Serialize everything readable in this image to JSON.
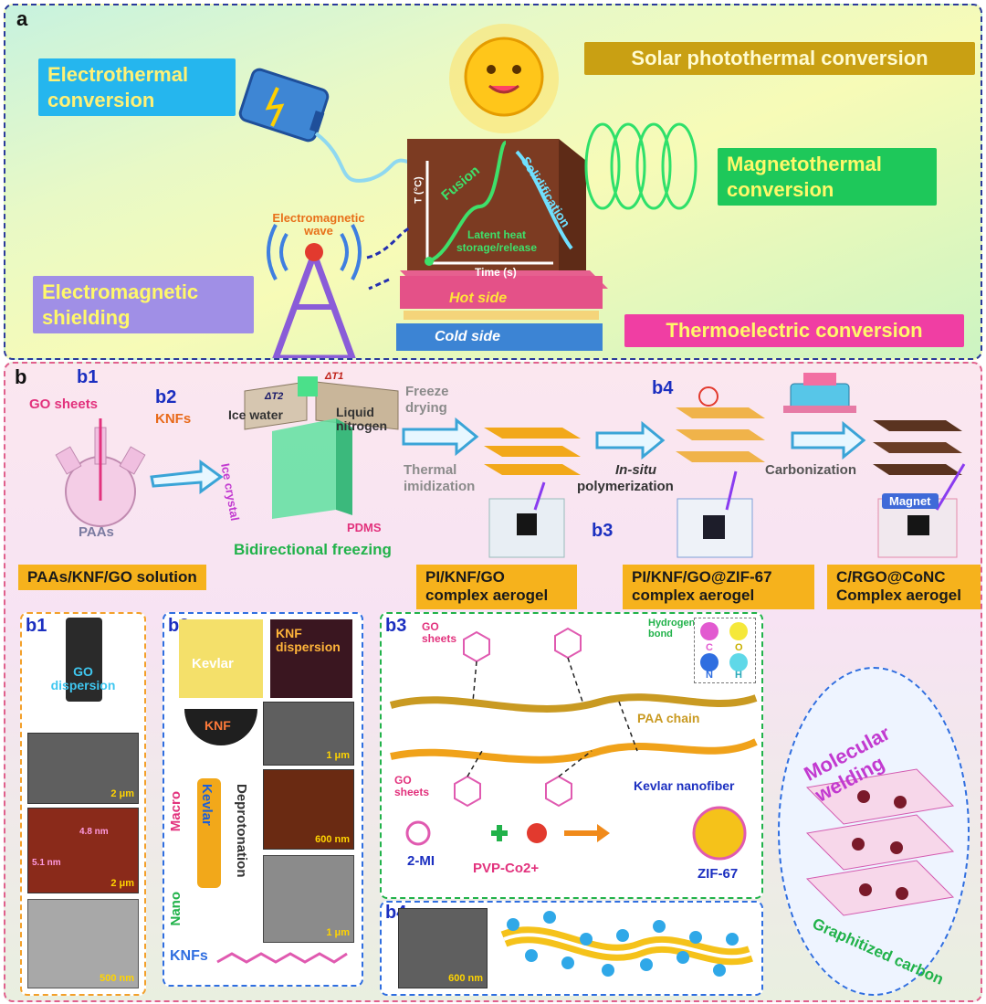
{
  "panel_a": {
    "letter": "a",
    "electrothermal": "Electrothermal conversion",
    "solar": "Solar photothermal conversion",
    "magnetothermal": "Magnetothermal conversion",
    "em_shielding": "Electromagnetic shielding",
    "thermoelectric": "Thermoelectric conversion",
    "em_wave": "Electromagnetic wave",
    "y_axis": "T (°C)",
    "x_axis": "Time (s)",
    "fusion": "Fusion",
    "solidification": "Solidification",
    "latent_heat": "Latent heat storage/release",
    "hot_side": "Hot side",
    "cold_side": "Cold side",
    "colors": {
      "electrothermal_bg": "#25b6ee",
      "solar_bg": "#c9a013",
      "magneto_bg": "#1ec85a",
      "shield_bg": "#a08fe6",
      "thermo_bg": "#f03ea3"
    }
  },
  "panel_b": {
    "letter": "b",
    "b1": "b1",
    "b2": "b2",
    "b3": "b3",
    "b4": "b4",
    "go_sheets": "GO sheets",
    "knfs": "KNFs",
    "paas": "PAAs",
    "dt2": "ΔT2",
    "dt1": "ΔT1",
    "ice_water": "Ice water",
    "liquid_nitrogen": "Liquid nitrogen",
    "ice_crystal": "Ice crystal",
    "pdms": "PDMS",
    "bidirectional": "Bidirectional freezing",
    "freeze_drying": "Freeze drying",
    "thermal_imid": "Thermal imidization",
    "in_situ": "In-situ",
    "polymerization": "polymerization",
    "carbonization": "Carbonization",
    "magnet": "Magnet",
    "sol_label": "PAAs/KNF/GO solution",
    "pi_label": "PI/KNF/GO complex aerogel",
    "zif_label": "PI/KNF/GO@ZIF-67 complex aerogel",
    "c_label": "C/RGO@CoNC Complex aerogel"
  },
  "b1_panel": {
    "letter": "b1",
    "go_dispersion": "GO dispersion",
    "scale1": "2 μm",
    "h1": "4.8 nm",
    "h2": "5.1 nm",
    "scale2": "2 μm",
    "scale3": "500 nm"
  },
  "b2_panel": {
    "letter": "b2",
    "kevlar": "Kevlar",
    "knf_dispersion": "KNF dispersion",
    "knf": "KNF",
    "kevlar_fiber": "Kevlar",
    "macro": "Macro",
    "nano": "Nano",
    "deprotonation": "Deprotonation",
    "knfs": "KNFs",
    "scale1": "1 μm",
    "scale2": "600 nm",
    "scale3": "1 μm"
  },
  "b3_panel": {
    "letter": "b3",
    "go_sheets_top": "GO sheets",
    "hydrogen_bond": "Hydrogen bond",
    "legend_c": "C",
    "legend_o": "O",
    "legend_n": "N",
    "legend_h": "H",
    "paa_chain": "PAA chain",
    "go_sheets_bottom": "GO sheets",
    "kevlar_nanofiber": "Kevlar nanofiber",
    "mi": "2-MI",
    "pvp": "PVP-Co2+",
    "zif": "ZIF-67"
  },
  "b4_panel": {
    "letter": "b4",
    "scale": "600 nm"
  },
  "right_oval": {
    "molecular_welding": "Molecular welding",
    "graphitized": "Graphitized carbon"
  }
}
